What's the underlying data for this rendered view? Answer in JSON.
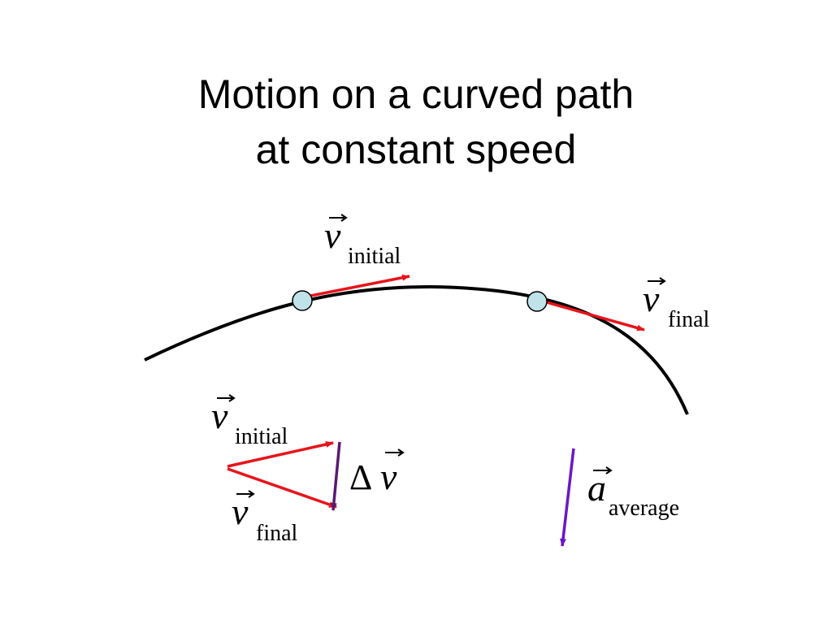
{
  "title": {
    "line1": "Motion on a curved path",
    "line2": "at constant speed"
  },
  "labels": {
    "v_symbol": "v",
    "a_symbol": "a",
    "delta_symbol": "Δ",
    "initial_sub": "initial",
    "final_sub": "final",
    "average_sub": "average"
  },
  "colors": {
    "path": "#000000",
    "velocity_vector": "#e8141b",
    "delta_vector": "#5a1a6e",
    "acceleration_vector": "#6a17c9",
    "point_fill": "#bfe3e8"
  },
  "icons": [
    "point-marker",
    "vector-arrow"
  ]
}
